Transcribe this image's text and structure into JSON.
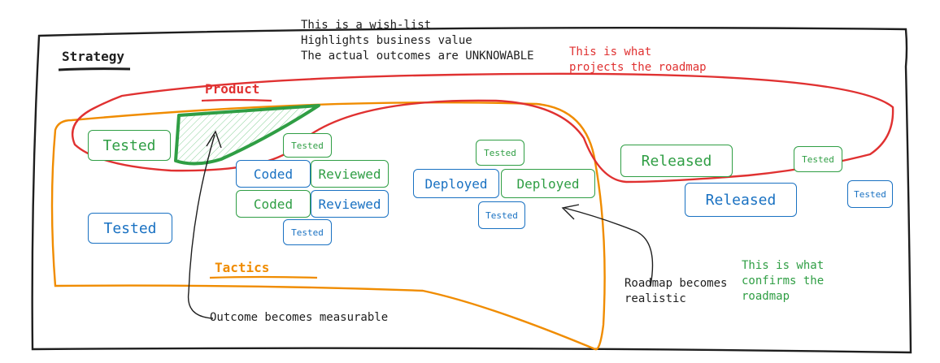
{
  "header_note": {
    "line1": "This is a wish-list",
    "line2": "Highlights business value",
    "line3": "The actual outcomes are UNKNOWABLE"
  },
  "red_note": {
    "line1": "This is what",
    "line2": "projects the roadmap"
  },
  "green_note": {
    "line1": "This is what",
    "line2": "confirms the",
    "line3": "roadmap"
  },
  "roadmap_note": {
    "line1": "Roadmap becomes",
    "line2": "realistic"
  },
  "outcome_note": "Outcome becomes measurable",
  "labels": {
    "strategy": "Strategy",
    "product": "Product",
    "tactics": "Tactics"
  },
  "boxes": {
    "tested_product": "Tested",
    "tested_small_1": "Tested",
    "coded_1": "Coded",
    "reviewed_1": "Reviewed",
    "coded_2": "Coded",
    "reviewed_2": "Reviewed",
    "tested_small_2": "Tested",
    "tested_left": "Tested",
    "tested_small_3": "Tested",
    "deployed_1": "Deployed",
    "deployed_2": "Deployed",
    "tested_small_4": "Tested",
    "released_1": "Released",
    "tested_small_5": "Tested",
    "released_2": "Released",
    "tested_small_6": "Tested"
  },
  "colors": {
    "ink": "#1e1e1e",
    "product_red": "#e03131",
    "tactics_orange": "#f08c00",
    "green": "#2f9e44",
    "blue": "#1971c2"
  }
}
